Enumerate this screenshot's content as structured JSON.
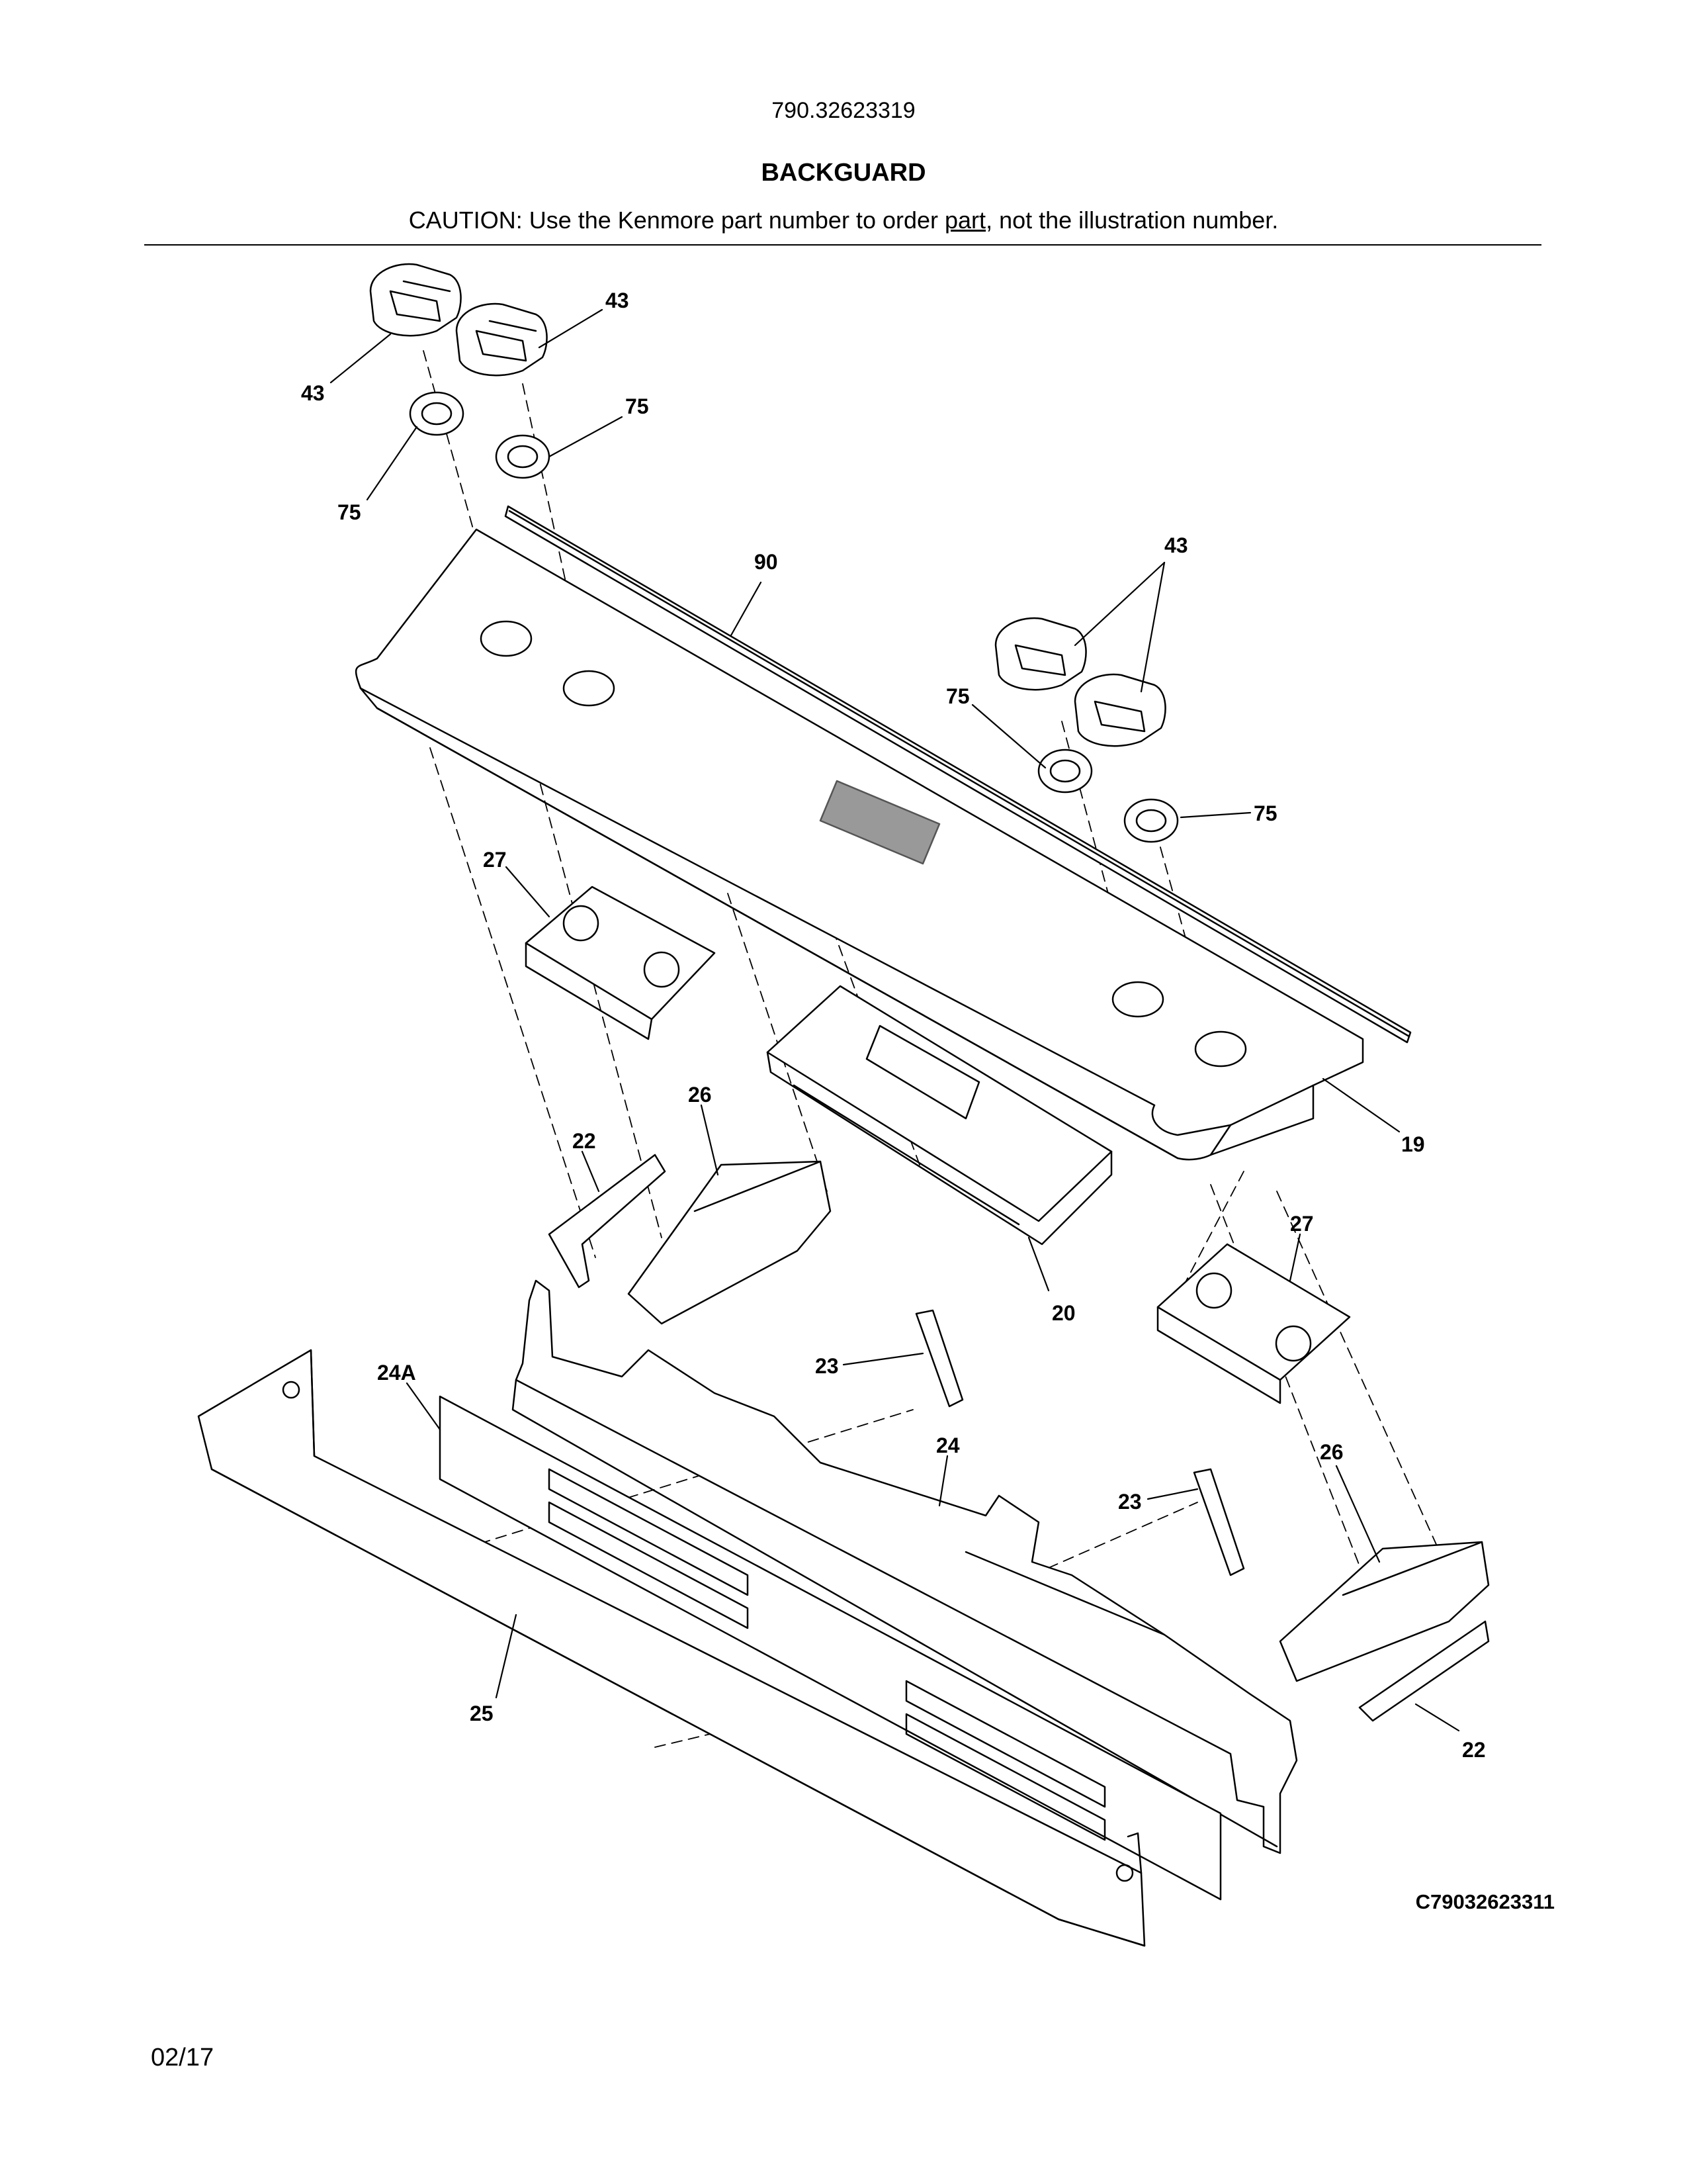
{
  "header": {
    "model_number": "790.32623319",
    "section_title": "BACKGUARD",
    "caution_prefix": "CAUTION: Use the Kenmore part number to order ",
    "caution_link": "part",
    "caution_suffix": ", not the illustration number."
  },
  "callouts": {
    "knob_a": "43",
    "knob_b": "43",
    "knob_c": "43",
    "bezel_a": "75",
    "bezel_b": "75",
    "bezel_c": "75",
    "bezel_d": "75",
    "trim_strip": "90",
    "backguard_panel": "19",
    "bracket_left_27": "27",
    "bracket_right_27": "27",
    "clip_left_22": "22",
    "clip_right_22": "22",
    "support_left_26": "26",
    "support_right_26": "26",
    "control_board": "20",
    "hanger_left_23": "23",
    "hanger_right_23": "23",
    "rear_panel": "24",
    "inner_panel": "24A",
    "base_trim": "25"
  },
  "footer": {
    "drawing_code": "C79032623311",
    "date": "02/17"
  }
}
